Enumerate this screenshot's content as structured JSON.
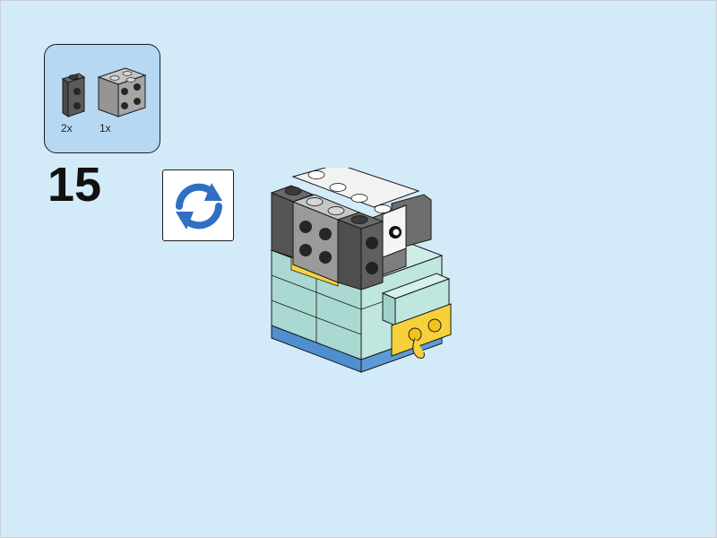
{
  "step": {
    "number": "15"
  },
  "parts_list": [
    {
      "quantity": "2x",
      "part": "dark-gray-1x1-brick-side-studs",
      "color": "#5b5b5b"
    },
    {
      "quantity": "1x",
      "part": "light-gray-brick-side-studs",
      "color": "#a6a6a6"
    }
  ],
  "rotate_button": {
    "icon": "rotate-arrows-icon",
    "accent_color": "#2f6fc4"
  },
  "model": {
    "body_color": "#bfe6df",
    "accent_color": "#f7d13c",
    "base_color": "#5b9cd8"
  },
  "colors": {
    "background": "#d3eaf8",
    "callout": "#b7d8f3"
  }
}
